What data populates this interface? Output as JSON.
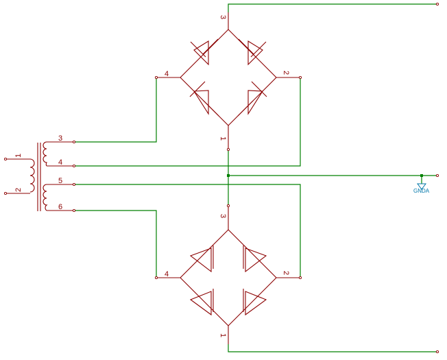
{
  "colors": {
    "wire": "#008000",
    "component": "#8b0000",
    "ground": "#0077aa",
    "background": "#ffffff"
  },
  "transformer": {
    "primary_pins": [
      "1",
      "2"
    ],
    "secondary_pins": [
      "3",
      "4",
      "5",
      "6"
    ]
  },
  "bridge_top": {
    "pins": {
      "top": "3",
      "left": "4",
      "right": "2",
      "bottom": "1"
    }
  },
  "bridge_bottom": {
    "pins": {
      "top": "3",
      "left": "4",
      "right": "2",
      "bottom": "1"
    }
  },
  "ground": {
    "label": "GNDA",
    "icon": "ground-icon"
  }
}
